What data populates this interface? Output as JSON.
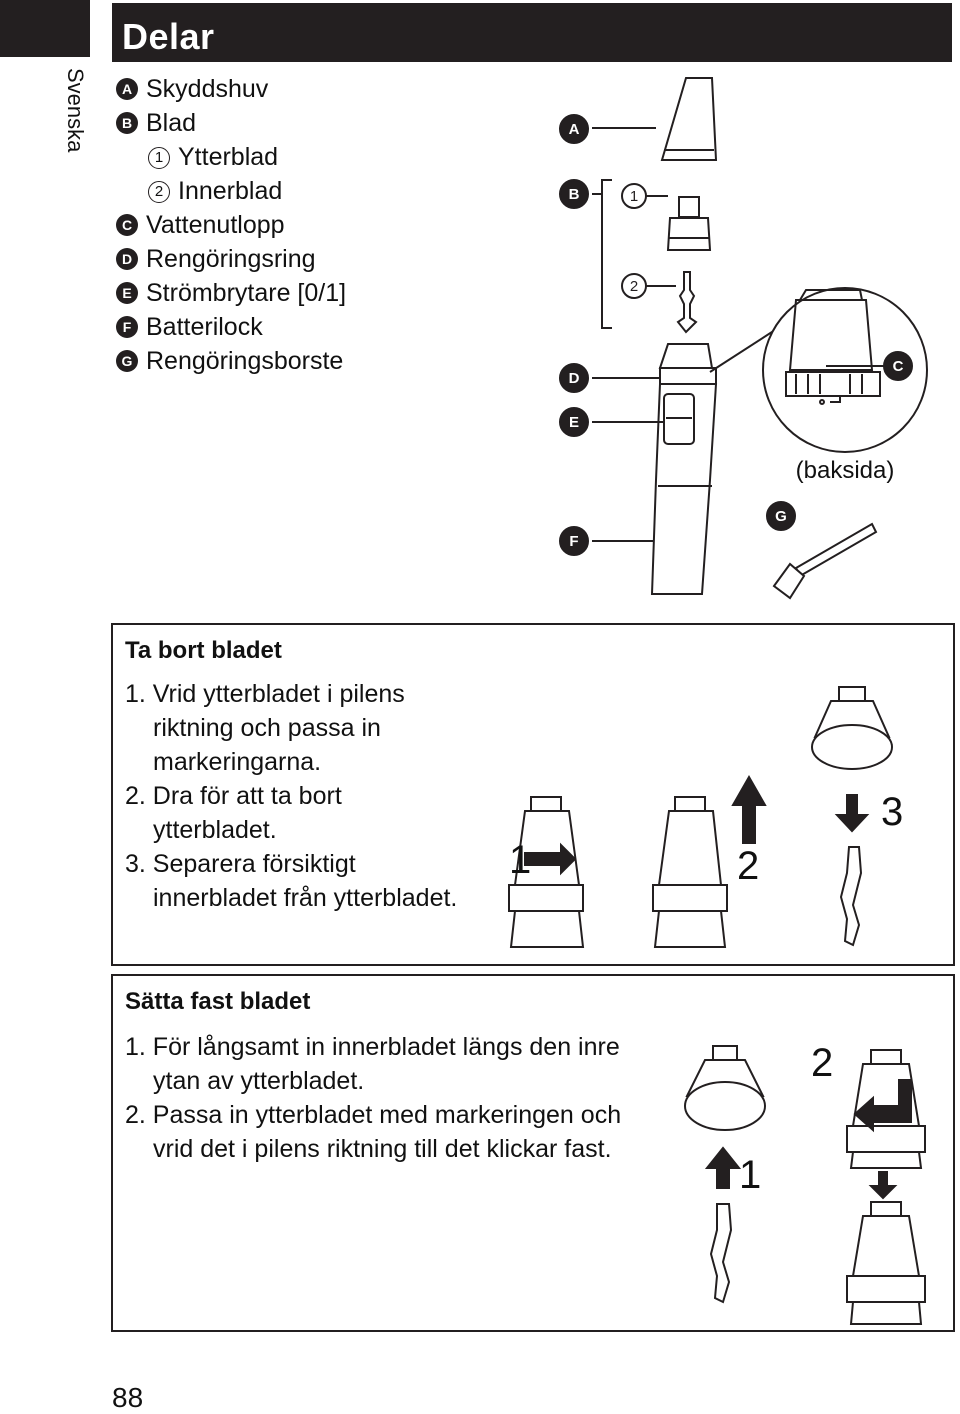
{
  "language": "Svenska",
  "section_title": "Delar",
  "parts": [
    {
      "letter": "A",
      "label": "Skyddshuv"
    },
    {
      "letter": "B",
      "label": "Blad"
    },
    {
      "num": "1",
      "label": "Ytterblad"
    },
    {
      "num": "2",
      "label": "Innerblad"
    },
    {
      "letter": "C",
      "label": "Vattenutlopp"
    },
    {
      "letter": "D",
      "label": "Rengöringsring"
    },
    {
      "letter": "E",
      "label": "Strömbrytare [0/1]"
    },
    {
      "letter": "F",
      "label": "Batterilock"
    },
    {
      "letter": "G",
      "label": "Rengöringsborste"
    }
  ],
  "diagram": {
    "callouts": [
      "A",
      "B",
      "1",
      "2",
      "C",
      "D",
      "E",
      "F",
      "G"
    ],
    "back_label": "(baksida)"
  },
  "remove": {
    "title": "Ta bort bladet",
    "steps": [
      "1. Vrid ytterbladet i pilens",
      "riktning och passa in",
      "markeringarna.",
      "2. Dra för att ta bort",
      "ytterbladet.",
      "3. Separera försiktigt",
      "innerbladet från ytterbladet."
    ],
    "figure_numbers": [
      "1",
      "2",
      "3"
    ]
  },
  "attach": {
    "title": "Sätta fast bladet",
    "steps": [
      "1. För långsamt in innerbladet längs den inre",
      "ytan av ytterbladet.",
      "2. Passa in ytterbladet med markeringen och",
      "vrid det i pilens riktning till det klickar fast."
    ],
    "figure_numbers": [
      "1",
      "2"
    ]
  },
  "page_number": "88",
  "colors": {
    "dark": "#231f20",
    "light": "#ffffff"
  }
}
